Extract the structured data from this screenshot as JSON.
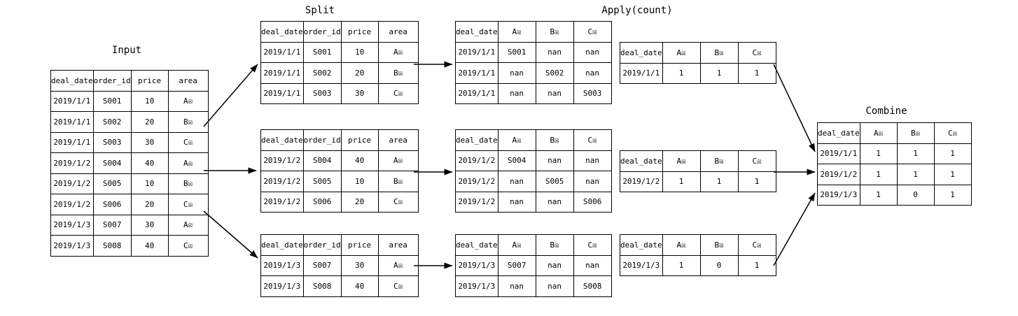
{
  "titles": {
    "input": "Input",
    "split": "Split",
    "apply": "Apply(count)",
    "combine": "Combine"
  },
  "colors": {
    "line": "#000000",
    "background": "#ffffff"
  },
  "tables": {
    "input": {
      "headers": [
        "deal_date",
        "order_id",
        "price",
        "area"
      ],
      "rows": [
        [
          "2019/1/1",
          "S001",
          "10",
          "A☒"
        ],
        [
          "2019/1/1",
          "S002",
          "20",
          "B☒"
        ],
        [
          "2019/1/1",
          "S003",
          "30",
          "C☒"
        ],
        [
          "2019/1/2",
          "S004",
          "40",
          "A☒"
        ],
        [
          "2019/1/2",
          "S005",
          "10",
          "B☒"
        ],
        [
          "2019/1/2",
          "S006",
          "20",
          "C☒"
        ],
        [
          "2019/1/3",
          "S007",
          "30",
          "A☒"
        ],
        [
          "2019/1/3",
          "S008",
          "40",
          "C☒"
        ]
      ]
    },
    "split_1": {
      "headers": [
        "deal_date",
        "order_id",
        "price",
        "area"
      ],
      "rows": [
        [
          "2019/1/1",
          "S001",
          "10",
          "A☒"
        ],
        [
          "2019/1/1",
          "S002",
          "20",
          "B☒"
        ],
        [
          "2019/1/1",
          "S003",
          "30",
          "C☒"
        ]
      ]
    },
    "split_2": {
      "headers": [
        "deal_date",
        "order_id",
        "price",
        "area"
      ],
      "rows": [
        [
          "2019/1/2",
          "S004",
          "40",
          "A☒"
        ],
        [
          "2019/1/2",
          "S005",
          "10",
          "B☒"
        ],
        [
          "2019/1/2",
          "S006",
          "20",
          "C☒"
        ]
      ]
    },
    "split_3": {
      "headers": [
        "deal_date",
        "order_id",
        "price",
        "area"
      ],
      "rows": [
        [
          "2019/1/3",
          "S007",
          "30",
          "A☒"
        ],
        [
          "2019/1/3",
          "S008",
          "40",
          "C☒"
        ]
      ]
    },
    "apply_1": {
      "headers": [
        "deal_date",
        "A☒",
        "B☒",
        "C☒"
      ],
      "rows": [
        [
          "2019/1/1",
          "S001",
          "nan",
          "nan"
        ],
        [
          "2019/1/1",
          "nan",
          "S002",
          "nan"
        ],
        [
          "2019/1/1",
          "nan",
          "nan",
          "S003"
        ]
      ]
    },
    "apply_2": {
      "headers": [
        "deal_date",
        "A☒",
        "B☒",
        "C☒"
      ],
      "rows": [
        [
          "2019/1/2",
          "S004",
          "nan",
          "nan"
        ],
        [
          "2019/1/2",
          "nan",
          "S005",
          "nan"
        ],
        [
          "2019/1/2",
          "nan",
          "nan",
          "S006"
        ]
      ]
    },
    "apply_3": {
      "headers": [
        "deal_date",
        "A☒",
        "B☒",
        "C☒"
      ],
      "rows": [
        [
          "2019/1/3",
          "S007",
          "nan",
          "nan"
        ],
        [
          "2019/1/3",
          "nan",
          "nan",
          "S008"
        ]
      ]
    },
    "count_1": {
      "headers": [
        "deal_date",
        "A☒",
        "B☒",
        "C☒"
      ],
      "rows": [
        [
          "2019/1/1",
          "1",
          "1",
          "1"
        ]
      ]
    },
    "count_2": {
      "headers": [
        "deal_date",
        "A☒",
        "B☒",
        "C☒"
      ],
      "rows": [
        [
          "2019/1/2",
          "1",
          "1",
          "1"
        ]
      ]
    },
    "count_3": {
      "headers": [
        "deal_date",
        "A☒",
        "B☒",
        "C☒"
      ],
      "rows": [
        [
          "2019/1/3",
          "1",
          "0",
          "1"
        ]
      ]
    },
    "combine": {
      "headers": [
        "deal_date",
        "A☒",
        "B☒",
        "C☒"
      ],
      "rows": [
        [
          "2019/1/1",
          "1",
          "1",
          "1"
        ],
        [
          "2019/1/2",
          "1",
          "1",
          "1"
        ],
        [
          "2019/1/3",
          "1",
          "0",
          "1"
        ]
      ]
    }
  }
}
